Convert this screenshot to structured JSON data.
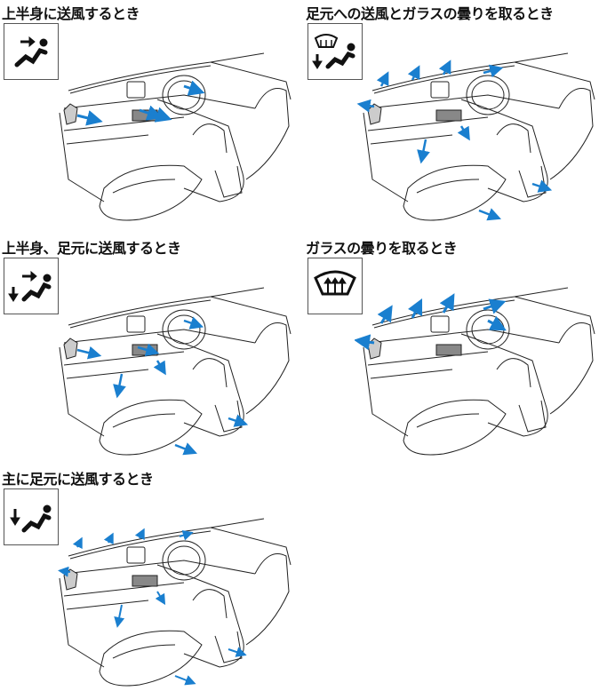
{
  "sections": [
    {
      "title": "上半身に送風するとき",
      "icon": "face-vent-icon",
      "mode": "face"
    },
    {
      "title": "足元への送風とガラスの曇りを取るとき",
      "icon": "defrost-foot-icon",
      "mode": "defrost-foot"
    },
    {
      "title": "上半身、足元に送風するとき",
      "icon": "bilevel-icon",
      "mode": "bilevel"
    },
    {
      "title": "ガラスの曇りを取るとき",
      "icon": "defrost-icon",
      "mode": "defrost"
    },
    {
      "title": "主に足元に送風するとき",
      "icon": "foot-icon",
      "mode": "foot"
    }
  ],
  "colors": {
    "arrow": "#1a7fcf",
    "line": "#222222"
  }
}
